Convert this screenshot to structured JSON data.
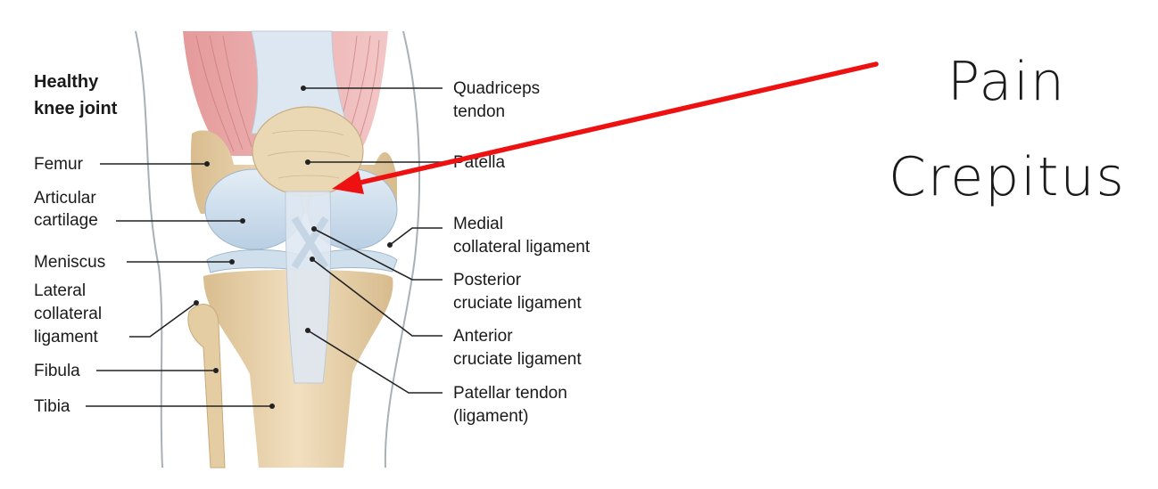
{
  "diagram": {
    "title_line1": "Healthy",
    "title_line2": "knee joint",
    "left_labels": {
      "femur": "Femur",
      "articular_1": "Articular",
      "articular_2": "cartilage",
      "meniscus": "Meniscus",
      "lcl_1": "Lateral",
      "lcl_2": "collateral",
      "lcl_3": "ligament",
      "fibula": "Fibula",
      "tibia": "Tibia"
    },
    "right_labels": {
      "quad_1": "Quadriceps",
      "quad_2": "tendon",
      "patella": "Patella",
      "mcl_1": "Medial",
      "mcl_2": "collateral ligament",
      "pcl_1": "Posterior",
      "pcl_2": "cruciate ligament",
      "acl_1": "Anterior",
      "acl_2": "cruciate ligament",
      "pt_1": "Patellar tendon",
      "pt_2": "(ligament)"
    }
  },
  "annotation": {
    "line1": "Pain",
    "line2": "Crepitus",
    "arrow_color": "#ee1111"
  },
  "colors": {
    "bone": "#e9d3ad",
    "cartilage": "#cfe0ee",
    "tendon": "#dfe8f2",
    "muscle": "#e6a3a3",
    "skin_outline": "#a8b0b8"
  }
}
